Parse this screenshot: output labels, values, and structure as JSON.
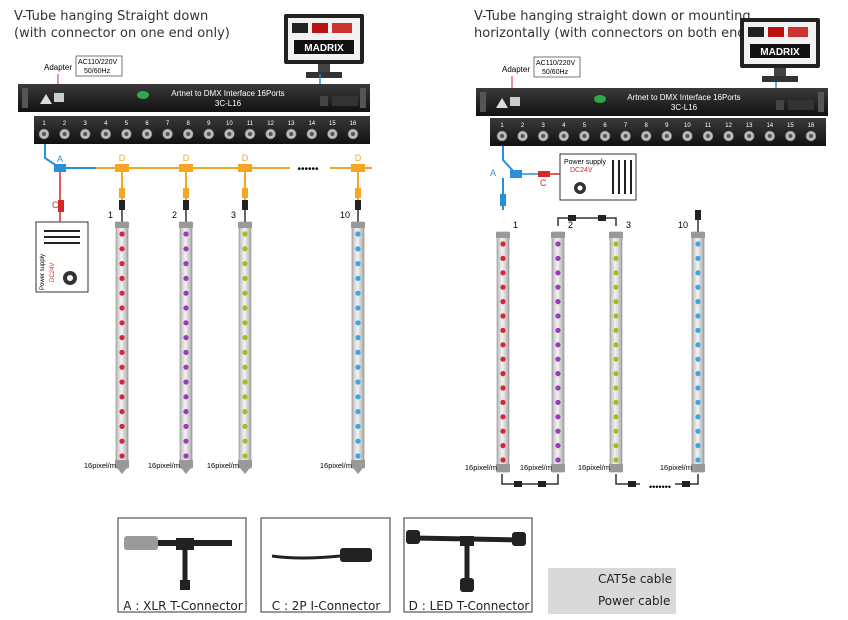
{
  "left": {
    "title": "V-Tube hanging Straight down\n(with connector on one end only)",
    "adapter": "Adapter",
    "ac": [
      "AC110/220V",
      "50/60Hz"
    ],
    "interface_name": "Artnet to DMX Interface 16Ports",
    "interface_model": "3C-L16",
    "connector_a": "A",
    "connector_c": "C",
    "connector_d": "D",
    "dots": "••••••",
    "tube_numbers": [
      "1",
      "2",
      "3",
      "10"
    ],
    "tube_density": "16pixel/m",
    "power_supply": "Power supply",
    "power_voltage": "DC24V"
  },
  "right": {
    "title": "V-Tube hanging straight down or mounting\nhorizontally  (with connectors on both ends)",
    "adapter": "Adapter",
    "ac": [
      "AC110/220V",
      "50/60Hz"
    ],
    "interface_name": "Artnet to DMX Interface 16Ports",
    "interface_model": "3C-L16",
    "connector_a": "A",
    "connector_c": "C",
    "tube_numbers": [
      "1",
      "2",
      "3",
      "10"
    ],
    "tube_density": "16pixel/m",
    "power_supply": "Power supply",
    "power_voltage": "DC24V",
    "dots": "•••••••"
  },
  "ports": [
    "1",
    "2",
    "3",
    "4",
    "5",
    "6",
    "7",
    "8",
    "9",
    "10",
    "11",
    "12",
    "13",
    "14",
    "15",
    "16"
  ],
  "monitor": {
    "brand": "MADRIX"
  },
  "captions": {
    "a": "A : XLR T-Connector",
    "c": "C : 2P I-Connector",
    "d": "D : LED T-Connector"
  },
  "legend": {
    "cat5e": "CAT5e cable",
    "power": "Power cable"
  },
  "colors": {
    "cat5e": "#2ea84a",
    "power": "#d62828",
    "tube1": "#d6263a",
    "tube2": "#9c3bb8",
    "tube3": "#9dc21e",
    "tube10": "#3aa7e0",
    "connector_orange": "#f5a623",
    "connector_blue": "#2b8fd8"
  }
}
